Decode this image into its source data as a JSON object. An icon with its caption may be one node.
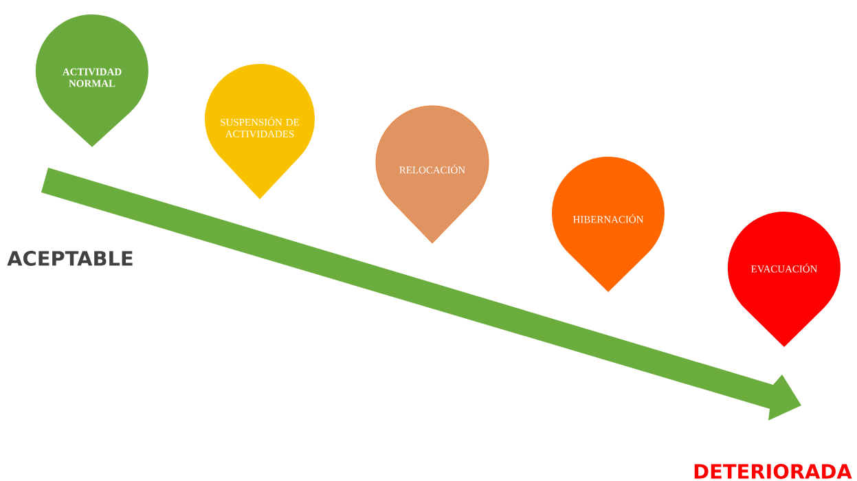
{
  "diagram": {
    "nodes": [
      {
        "text": [
          "ACTIVIDAD NORMAL"
        ]
      },
      {
        "text": [
          "SUSPENSIÓN DE ACTIVIDADES"
        ]
      },
      {
        "text": [
          "RELOCACIÓN"
        ]
      },
      {
        "text": [
          "HIBERNACIÓN"
        ]
      },
      {
        "text": [
          "EVACUACIÓN"
        ]
      }
    ],
    "labels": [
      "ACEPTABLE",
      "DETERIORADA"
    ]
  }
}
